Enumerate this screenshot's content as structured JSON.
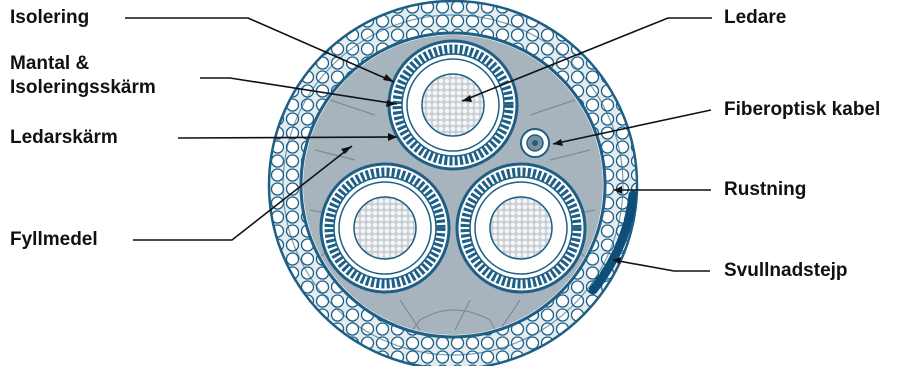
{
  "labels": {
    "isolering": "Isolering",
    "mantal_line1": "Mantal &",
    "mantal_line2": "Isoleringsskärm",
    "ledarskarm": "Ledarskärm",
    "fyllmedel": "Fyllmedel",
    "ledare": "Ledare",
    "fiberoptisk": "Fiberoptisk kabel",
    "rustning": "Rustning",
    "svullnadstejp": "Svullnadstejp"
  },
  "colors": {
    "outline": "#1d5f85",
    "filler": "#a8b4bd",
    "armor_bg": "#dfe8ee",
    "conductor": "#d9dee2",
    "tape": "#0d4f78",
    "leader": "#111111"
  }
}
